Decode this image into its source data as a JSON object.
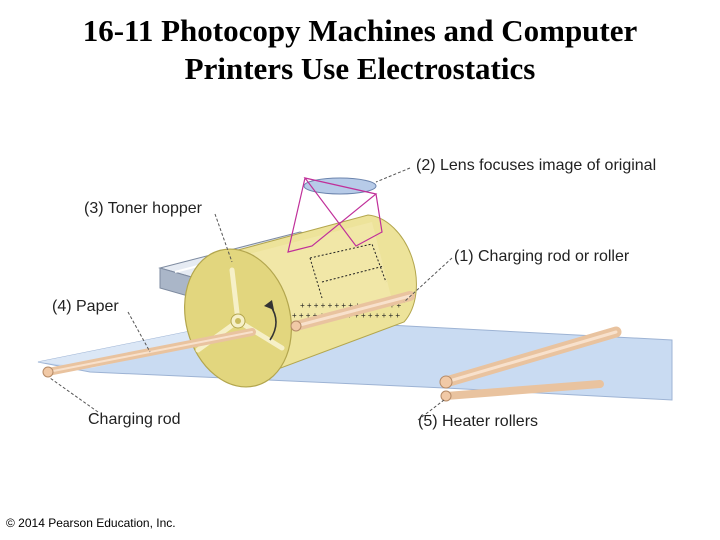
{
  "slide": {
    "title_line1": "16-11 Photocopy Machines and Computer",
    "title_line2": "Printers Use Electrostatics"
  },
  "diagram": {
    "labels": {
      "lens": "(2) Lens focuses image of original",
      "toner_hopper": "(3) Toner hopper",
      "charging_roller": "(1) Charging rod or roller",
      "paper": "(4) Paper",
      "charging_rod": "Charging rod",
      "heater_rollers": "(5) Heater rollers"
    },
    "colors": {
      "drum": "#ede39a",
      "drum_dark": "#d9cc6e",
      "paper": "#c9dbf2",
      "lens": "#b7cbe8",
      "light_rays": "#c0309a",
      "roller": "#f1c9a6",
      "hopper": "#cfd7e4"
    }
  },
  "footer": {
    "copyright": "© 2014 Pearson Education, Inc."
  }
}
